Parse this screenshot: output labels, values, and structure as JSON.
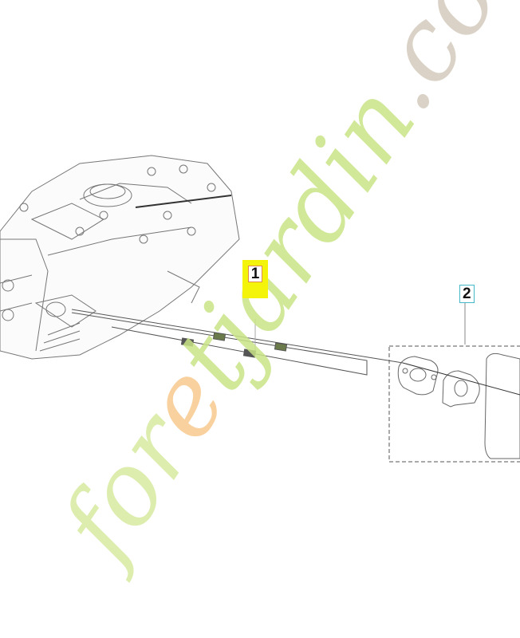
{
  "callouts": [
    {
      "number": "1",
      "highlight": "#f4f40a"
    },
    {
      "number": "2",
      "border": "#44b8c8"
    }
  ],
  "watermark": {
    "parts": [
      {
        "text": "for",
        "color": "#d6eaa0"
      },
      {
        "text": "e",
        "color": "#f7c98f"
      },
      {
        "text": "tjardin",
        "color": "#c9e487"
      },
      {
        "text": ".com",
        "color": "#d4cbbd"
      }
    ]
  },
  "colors": {
    "line": "#555555",
    "stud": "#6b7a4a"
  }
}
